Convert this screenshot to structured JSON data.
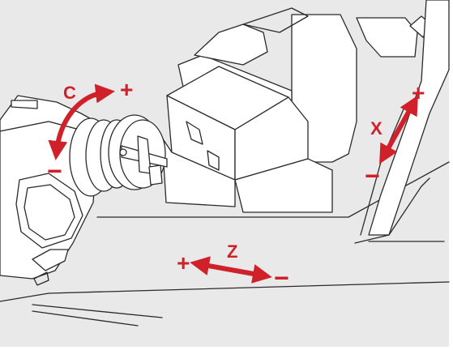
{
  "axes": {
    "c": {
      "letter": "C",
      "plus": "+",
      "minus": "−"
    },
    "x": {
      "letter": "X",
      "plus": "+",
      "minus": "−"
    },
    "z": {
      "letter": "Z",
      "plus": "+",
      "minus": "−"
    }
  },
  "colors": {
    "background": "#e9e9ea",
    "outer_background": "#ffffff",
    "line": "#2a2a2a",
    "fill": "#ffffff",
    "accent": "#d0202a"
  }
}
